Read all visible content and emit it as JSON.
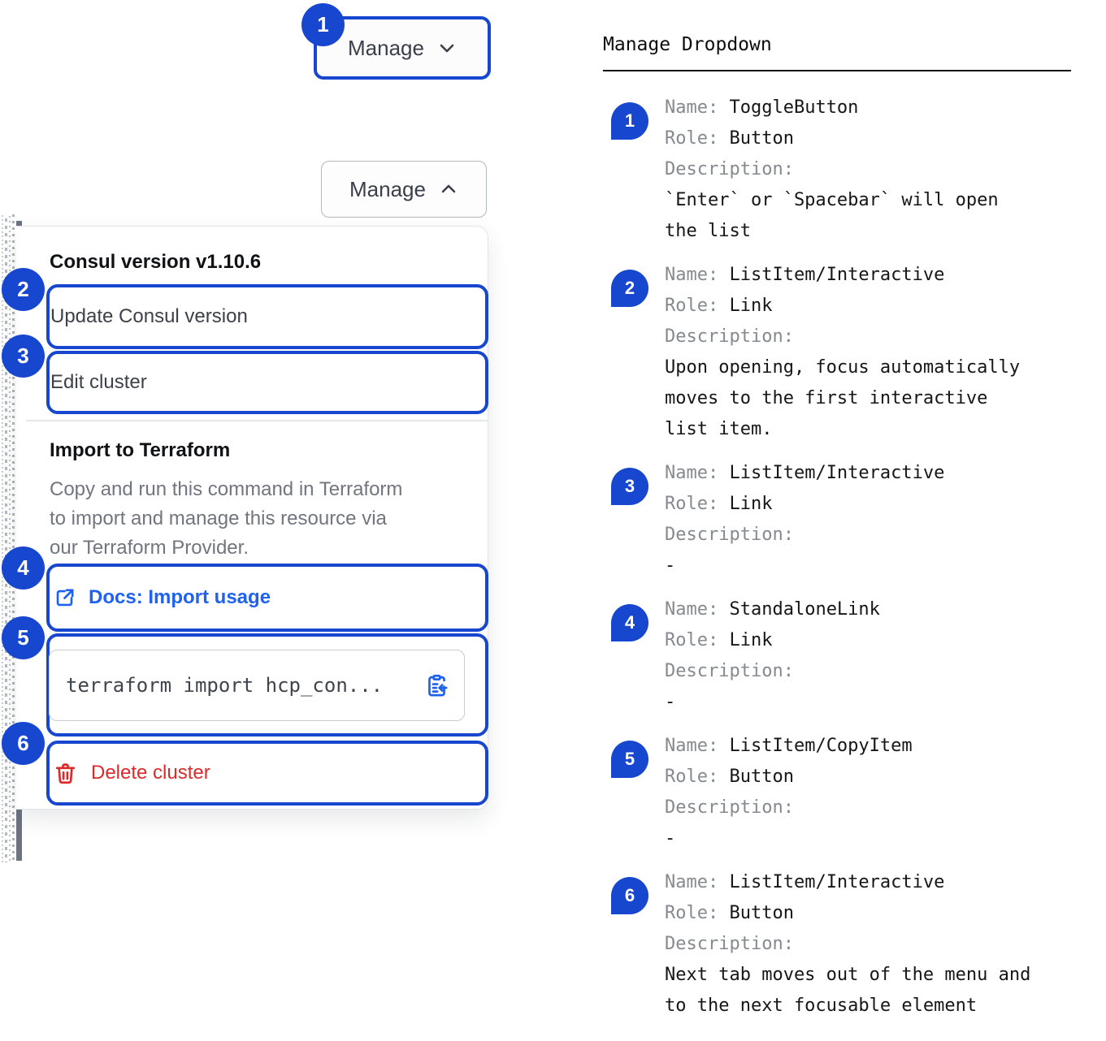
{
  "colors": {
    "annotation_blue": "#1747cf",
    "link_blue": "#1f61f0",
    "danger_red": "#dc2a2a",
    "edge_gray": "#6d7380"
  },
  "toggle_button": {
    "label": "Manage"
  },
  "dropdown": {
    "version_title": "Consul version v1.10.6",
    "update_item": "Update Consul version",
    "edit_item": "Edit cluster",
    "import_title": "Import to Terraform",
    "import_description": "Copy and run this command in Terraform\nto import and manage this resource via\nour Terraform Provider.",
    "docs_link": "Docs: Import usage",
    "code_snippet": "terraform import hcp_con...",
    "delete_item": "Delete cluster"
  },
  "annotations": {
    "title": "Manage Dropdown",
    "labels": {
      "name": "Name:",
      "role": "Role:",
      "description": "Description:"
    },
    "items": [
      {
        "number": "1",
        "name": "ToggleButton",
        "role": "Button",
        "description": "`Enter` or `Spacebar` will open\nthe list"
      },
      {
        "number": "2",
        "name": "ListItem/Interactive",
        "role": "Link",
        "description": "Upon opening, focus automatically\nmoves to the first interactive\nlist item."
      },
      {
        "number": "3",
        "name": "ListItem/Interactive",
        "role": "Link",
        "description": "-"
      },
      {
        "number": "4",
        "name": "StandaloneLink",
        "role": "Link",
        "description": "-"
      },
      {
        "number": "5",
        "name": "ListItem/CopyItem",
        "role": "Button",
        "description": "-"
      },
      {
        "number": "6",
        "name": "ListItem/Interactive",
        "role": "Button",
        "description": "Next tab moves out of the menu and\nto the next focusable element"
      }
    ]
  }
}
